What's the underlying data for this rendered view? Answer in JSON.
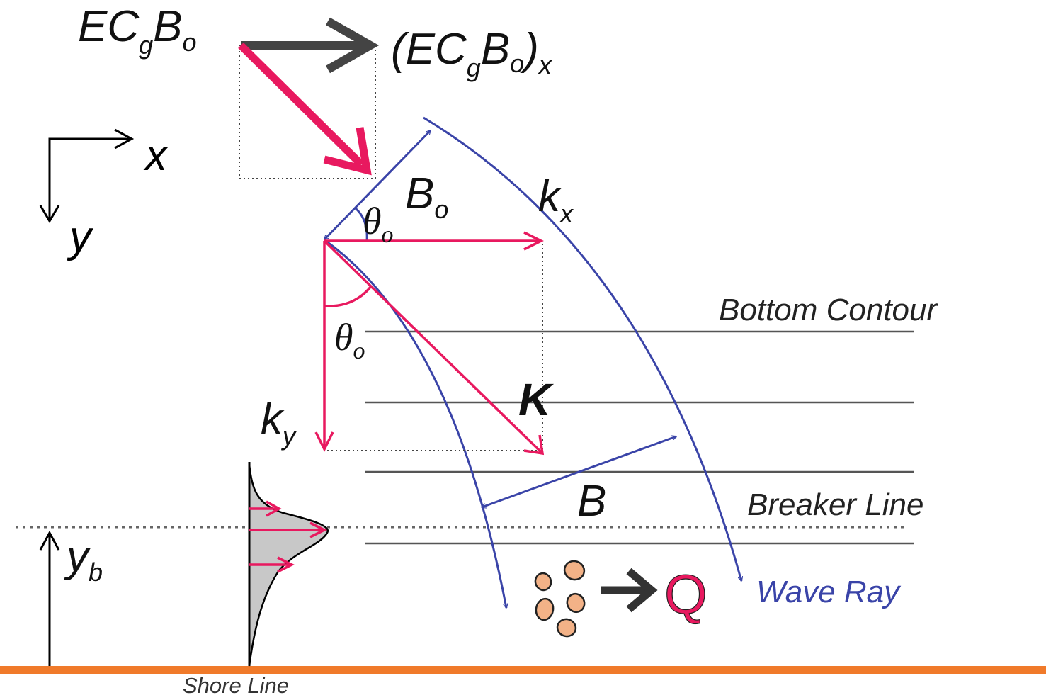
{
  "labels": {
    "energy_flux": {
      "main": "EC",
      "sub1": "g",
      "mid": "B",
      "sub2": "o"
    },
    "energy_flux_x": {
      "open": "(EC",
      "sub1": "g",
      "mid": "B",
      "sub2": "o",
      "close": ")",
      "sub3": "x"
    },
    "axis_x": "x",
    "axis_y": "y",
    "theta_top": {
      "main": "θ",
      "sub": "o"
    },
    "b_o": {
      "main": "B",
      "sub": "o"
    },
    "k_x": {
      "main": "k",
      "sub": "x"
    },
    "theta_bottom": {
      "main": "θ",
      "sub": "o"
    },
    "k_vector": "K",
    "k_y": {
      "main": "k",
      "sub": "y"
    },
    "b": "B",
    "y_b": {
      "main": "y",
      "sub": "b"
    },
    "q": "Q",
    "bottom_contour": "Bottom Contour",
    "breaker_line": "Breaker Line",
    "wave_ray": "Wave Ray",
    "shore_line": "Shore Line"
  },
  "colors": {
    "pink": "#e8195f",
    "blue": "#3a44a8",
    "dark_gray": "#444444",
    "contour": "#555555",
    "shore": "#f07a2a",
    "sediment": "#f3b287",
    "profile_fill": "#c8c8c8"
  }
}
